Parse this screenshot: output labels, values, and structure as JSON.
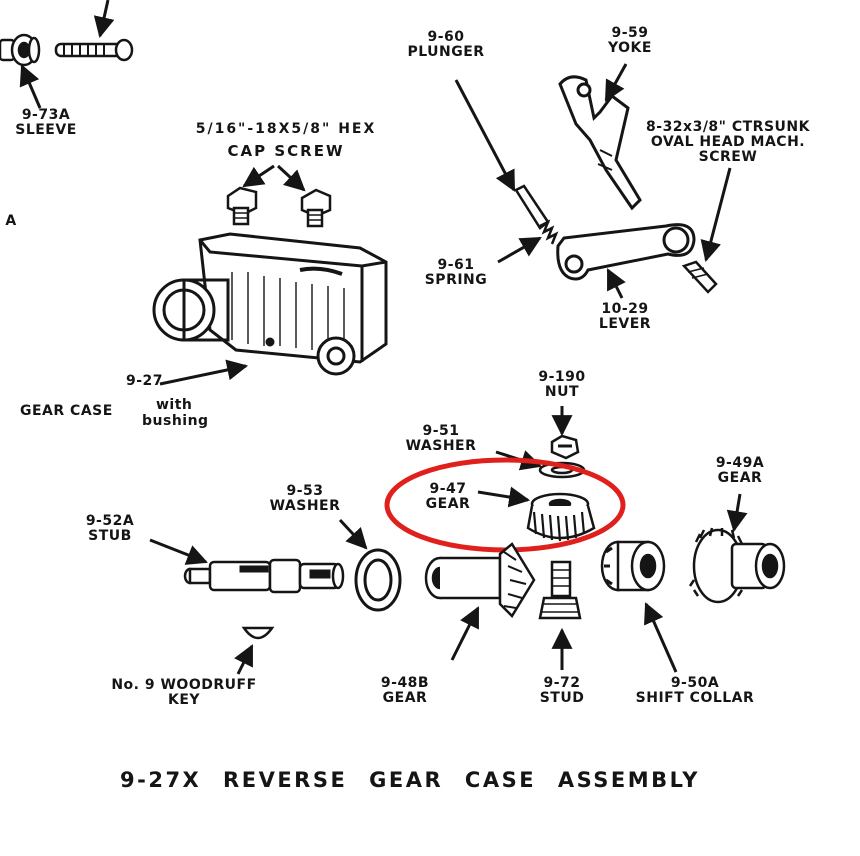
{
  "title": "9-27X  REVERSE GEAR CASE ASSEMBLY",
  "highlight_color": "#e0201c",
  "ink_color": "#151515",
  "parts": {
    "sleeve": {
      "number": "9-73A",
      "name": "SLEEVE"
    },
    "partial_left": {
      "text": "A"
    },
    "cap_screw": {
      "line1": "5/16\"-18X5/8\" HEX",
      "line2": "CAP SCREW"
    },
    "gear_case": {
      "number": "9-27",
      "name": "GEAR CASE",
      "note1": "with",
      "note2": "bushing"
    },
    "plunger": {
      "number": "9-60",
      "name": "PLUNGER"
    },
    "yoke": {
      "number": "9-59",
      "name": "YOKE"
    },
    "oval_screw": {
      "line1": "8-32x3/8\" CTRSUNK",
      "line2": "OVAL HEAD MACH.",
      "line3": "SCREW"
    },
    "spring": {
      "number": "9-61",
      "name": "SPRING"
    },
    "lever": {
      "number": "10-29",
      "name": "LEVER"
    },
    "nut": {
      "number": "9-190",
      "name": "NUT"
    },
    "washer_51": {
      "number": "9-51",
      "name": "WASHER"
    },
    "gear_47": {
      "number": "9-47",
      "name": "GEAR"
    },
    "gear_49a": {
      "number": "9-49A",
      "name": "GEAR"
    },
    "stub": {
      "number": "9-52A",
      "name": "STUB"
    },
    "washer_53": {
      "number": "9-53",
      "name": "WASHER"
    },
    "woodruff": {
      "line1": "No. 9 WOODRUFF",
      "line2": "KEY"
    },
    "gear_48b": {
      "number": "9-48B",
      "name": "GEAR"
    },
    "stud": {
      "number": "9-72",
      "name": "STUD"
    },
    "shift_collar": {
      "number": "9-50A",
      "name": "SHIFT COLLAR"
    }
  }
}
